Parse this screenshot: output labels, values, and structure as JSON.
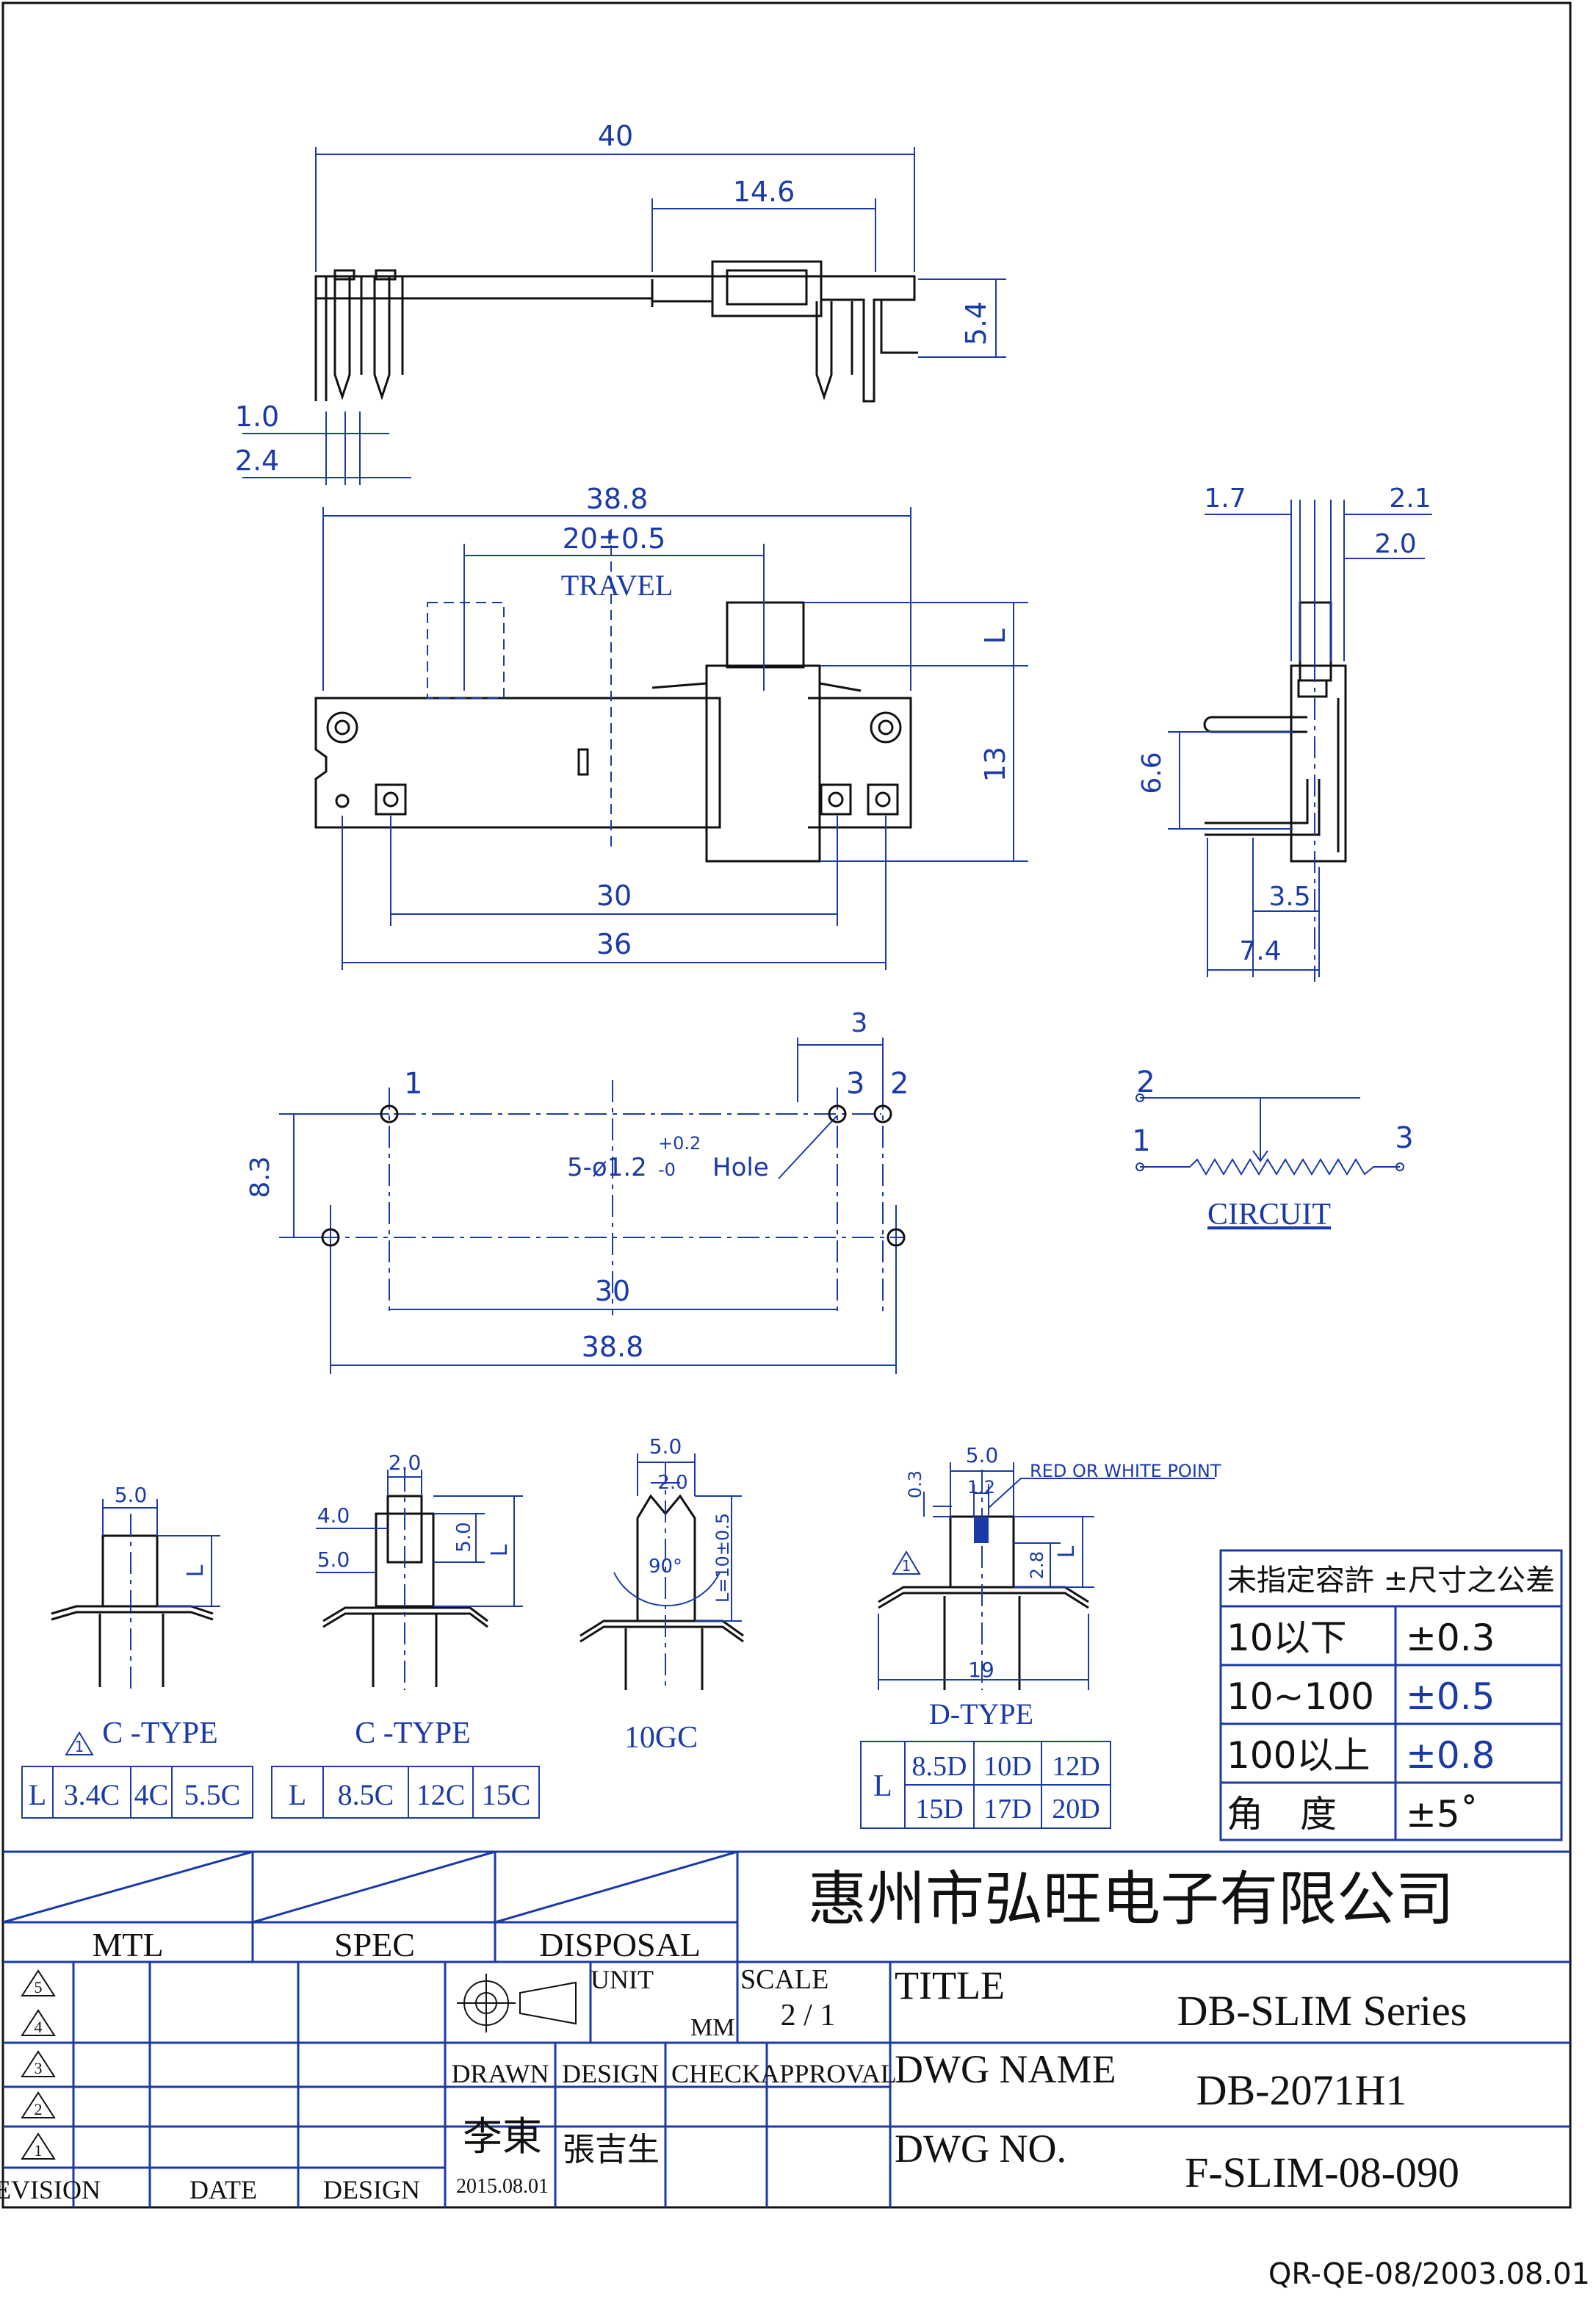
{
  "drawing": {
    "top_view": {
      "dims": [
        "40",
        "14.6",
        "5.4",
        "1.0",
        "2.4"
      ]
    },
    "front_view": {
      "dims": [
        "38.8",
        "20±0.5",
        "L",
        "13",
        "30",
        "36"
      ],
      "travel_label": "TRAVEL"
    },
    "side_view": {
      "dims": [
        "1.7",
        "2.1",
        "2.0",
        "6.6",
        "3.5",
        "7.4"
      ]
    },
    "pcb_layout": {
      "dims": [
        "3",
        "8.3",
        "30",
        "38.8"
      ],
      "pin_labels": [
        "1",
        "3",
        "2"
      ],
      "hole_note": "5-ø1.2",
      "hole_tol_plus": "+0.2",
      "hole_tol_minus": "-0",
      "hole_word": "Hole"
    },
    "circuit": {
      "label": "CIRCUIT",
      "pins": [
        "2",
        "1",
        "3"
      ]
    },
    "knobs": {
      "c_type_a": {
        "label": "C -TYPE",
        "w": "5.0",
        "l": "L",
        "warn": "1",
        "table": [
          "L",
          "3.4C",
          "4C",
          "5.5C"
        ]
      },
      "c_type_b": {
        "label": "C -TYPE",
        "w_top": "2.0",
        "w1": "4.0",
        "w2": "5.0",
        "h": "5.0",
        "l": "L",
        "table": [
          "L",
          "8.5C",
          "12C",
          "15C"
        ]
      },
      "gc_type": {
        "label": "10GC",
        "w": "5.0",
        "w2": "2.0",
        "angle": "90°",
        "l": "L=10±0.5"
      },
      "d_type": {
        "label": "D-TYPE",
        "w": "5.0",
        "w2": "1.2",
        "h1": "0.3",
        "h2": "2.8",
        "l": "L",
        "width": "19",
        "point_note": "RED OR WHITE POINT",
        "warn": "1",
        "table_l": "L",
        "table_row1": [
          "8.5D",
          "10D",
          "12D"
        ],
        "table_row2": [
          "15D",
          "17D",
          "20D"
        ]
      }
    },
    "tolerance_table": {
      "header": "未指定容許 ±尺寸之公差",
      "rows": [
        [
          "10以下",
          "±0.3"
        ],
        [
          "10~100",
          "±0.5"
        ],
        [
          "100以上",
          "±0.8"
        ],
        [
          "角　度",
          "±5˚"
        ]
      ]
    }
  },
  "title_block": {
    "company": "惠州市弘旺电子有限公司",
    "mtl": "MTL",
    "spec": "SPEC",
    "disposal": "DISPOSAL",
    "revisions": [
      "5",
      "4",
      "3",
      "2",
      "1"
    ],
    "devision": "DEVISION",
    "date": "DATE",
    "design_col": "DESIGN",
    "unit_label": "UNIT",
    "unit_value": "MM",
    "scale_label": "SCALE",
    "scale_value": "2 / 1",
    "drawn": "DRAWN",
    "design": "DESIGN",
    "check": "CHECK",
    "approval": "APPROVAL",
    "drawn_by": "李東",
    "drawn_date": "2015.08.01",
    "designer": "張吉生",
    "title_label": "TITLE",
    "title_value": "DB-SLIM Series",
    "dwg_name_label": "DWG NAME",
    "dwg_name_value": "DB-2071H1",
    "dwg_no_label": "DWG NO.",
    "dwg_no_value": "F-SLIM-08-090"
  },
  "footer": "QR-QE-08/2003.08.01"
}
